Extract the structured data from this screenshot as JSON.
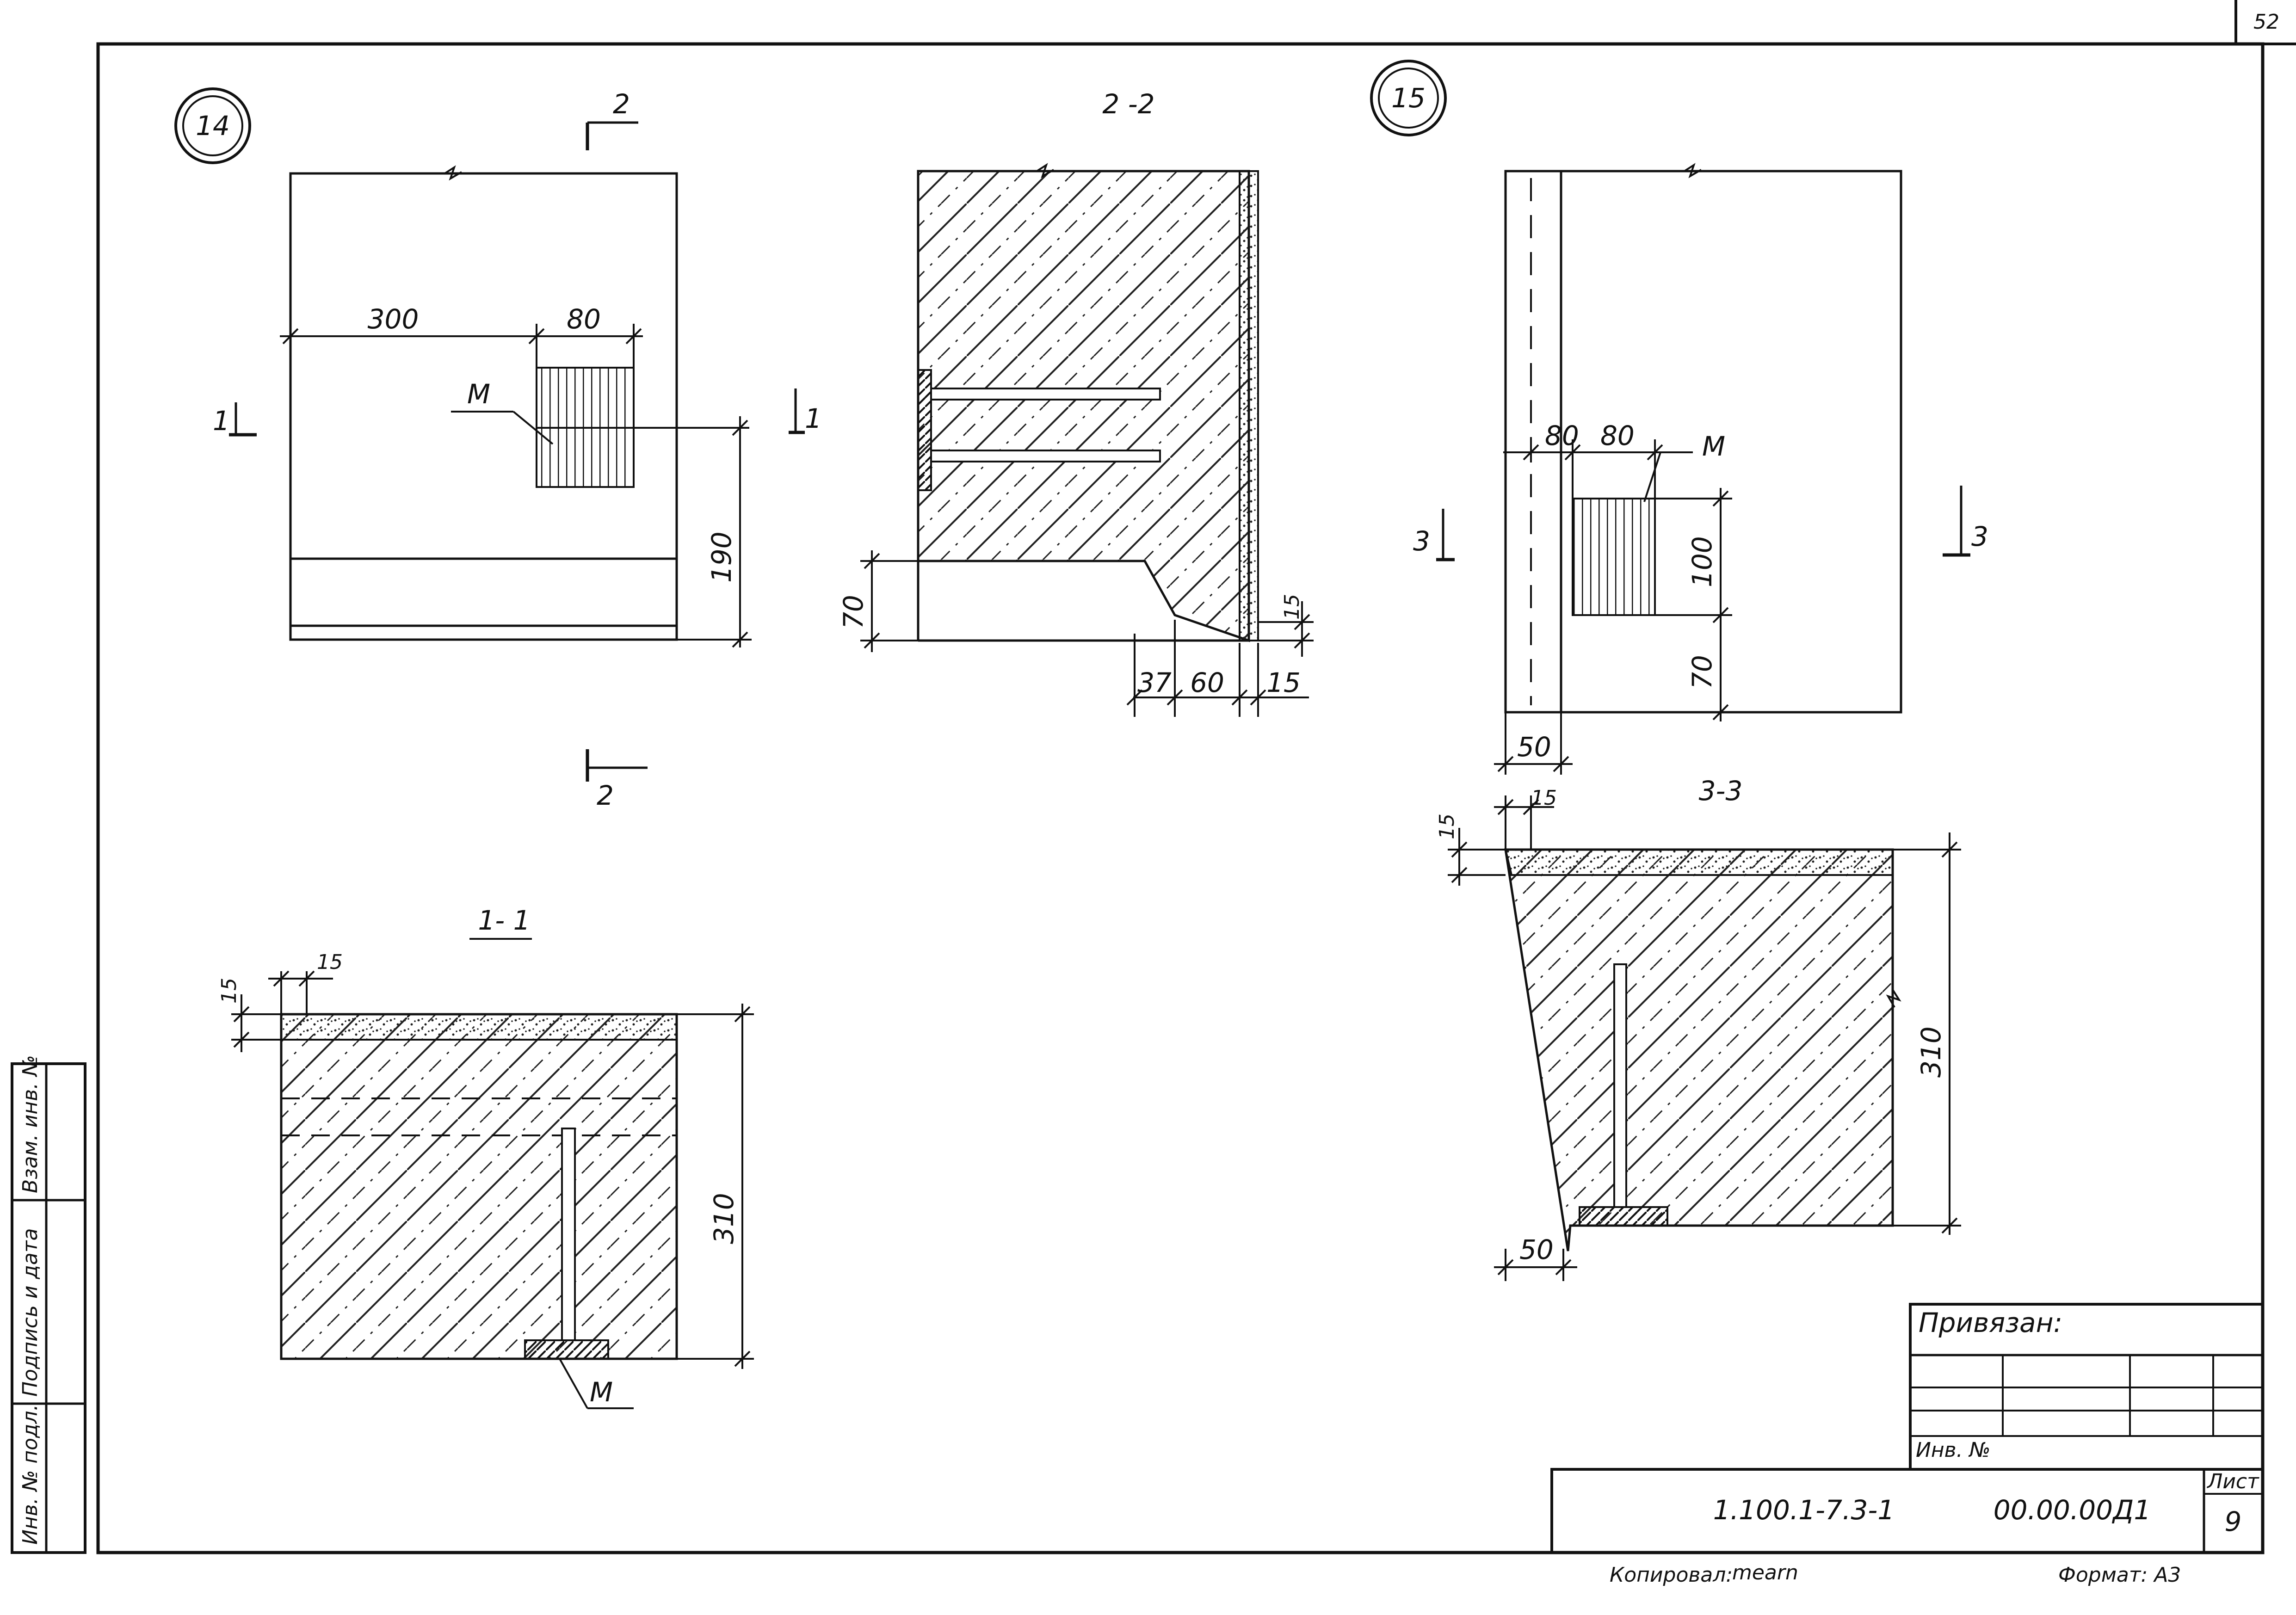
{
  "sheet_corner_number": "52",
  "node14": {
    "circle_label": "14",
    "section_marks": {
      "top": "2",
      "bottom": "2",
      "left": "1",
      "right": "1"
    },
    "dims": {
      "d300": "300",
      "d80": "80",
      "d190": "190"
    },
    "embed_label": "М"
  },
  "section_2_2": {
    "title": "2 -2",
    "dims": {
      "d70": "70",
      "d37": "37",
      "d60": "60",
      "d15a": "15",
      "d15b": "15"
    }
  },
  "node15": {
    "circle_label": "15",
    "section_marks": {
      "left": "3",
      "right": "3"
    },
    "dims": {
      "d80a": "80",
      "d80b": "80",
      "d100": "100",
      "d70": "70",
      "d50": "50"
    },
    "embed_label": "М"
  },
  "section_1_1": {
    "title": "1- 1",
    "dims": {
      "d15a": "15",
      "d15b": "15",
      "d310": "310"
    },
    "embed_label": "М"
  },
  "section_3_3": {
    "title": "3-3",
    "dims": {
      "d15a": "15",
      "d15b": "15",
      "d310": "310",
      "d50": "50"
    }
  },
  "left_strip": {
    "labels": [
      "Инв. № подл.",
      "Подпись и дата",
      "Взам. инв. №"
    ]
  },
  "title_block": {
    "privyazan": "Привязан:",
    "inv_no": "Инв. №",
    "doc_code": "1.100.1-7.3-1",
    "doc_number": "00.00.00Д1",
    "sheet_label": "Лист",
    "sheet_number": "9",
    "copied": "Копировал:",
    "copied_signature": "mearn",
    "format": "Формат: А3"
  }
}
